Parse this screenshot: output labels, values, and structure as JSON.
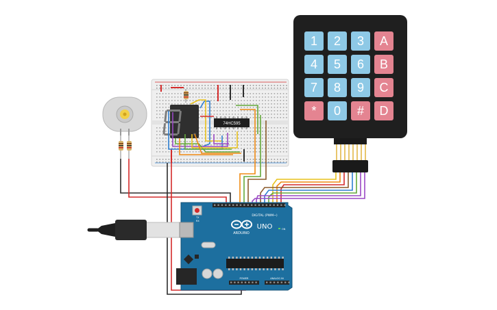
{
  "keypad": {
    "keys": [
      {
        "label": "1",
        "kind": "num"
      },
      {
        "label": "2",
        "kind": "num"
      },
      {
        "label": "3",
        "kind": "num"
      },
      {
        "label": "A",
        "kind": "letter"
      },
      {
        "label": "4",
        "kind": "num"
      },
      {
        "label": "5",
        "kind": "num"
      },
      {
        "label": "6",
        "kind": "num"
      },
      {
        "label": "B",
        "kind": "letter"
      },
      {
        "label": "7",
        "kind": "num"
      },
      {
        "label": "8",
        "kind": "num"
      },
      {
        "label": "9",
        "kind": "num"
      },
      {
        "label": "C",
        "kind": "letter"
      },
      {
        "label": "*",
        "kind": "letter"
      },
      {
        "label": "0",
        "kind": "num"
      },
      {
        "label": "#",
        "kind": "letter"
      },
      {
        "label": "D",
        "kind": "letter"
      }
    ],
    "num_color": "#8ec9e6",
    "letter_color": "#e48491",
    "body_color": "#1f1f1f"
  },
  "display": {
    "digit": "8"
  },
  "chip": {
    "label": "74HC595"
  },
  "arduino": {
    "logo": "ARDUINO",
    "model": "UNO",
    "digital_label": "DIGITAL (PWM~)",
    "power_label": "POWER",
    "analog_label": "ANALOG IN",
    "on_label": "ON",
    "tx_label": "TX",
    "rx_label": "RX",
    "board_color": "#1d6f9f"
  },
  "wire_colors": {
    "red": "#d42a2a",
    "black": "#2b2b2b",
    "orange": "#ef8a12",
    "yellow": "#e8c21a",
    "green": "#63a83a",
    "blue": "#2e7fd1",
    "purple": "#9a48c4",
    "brown": "#8a5a2b"
  }
}
